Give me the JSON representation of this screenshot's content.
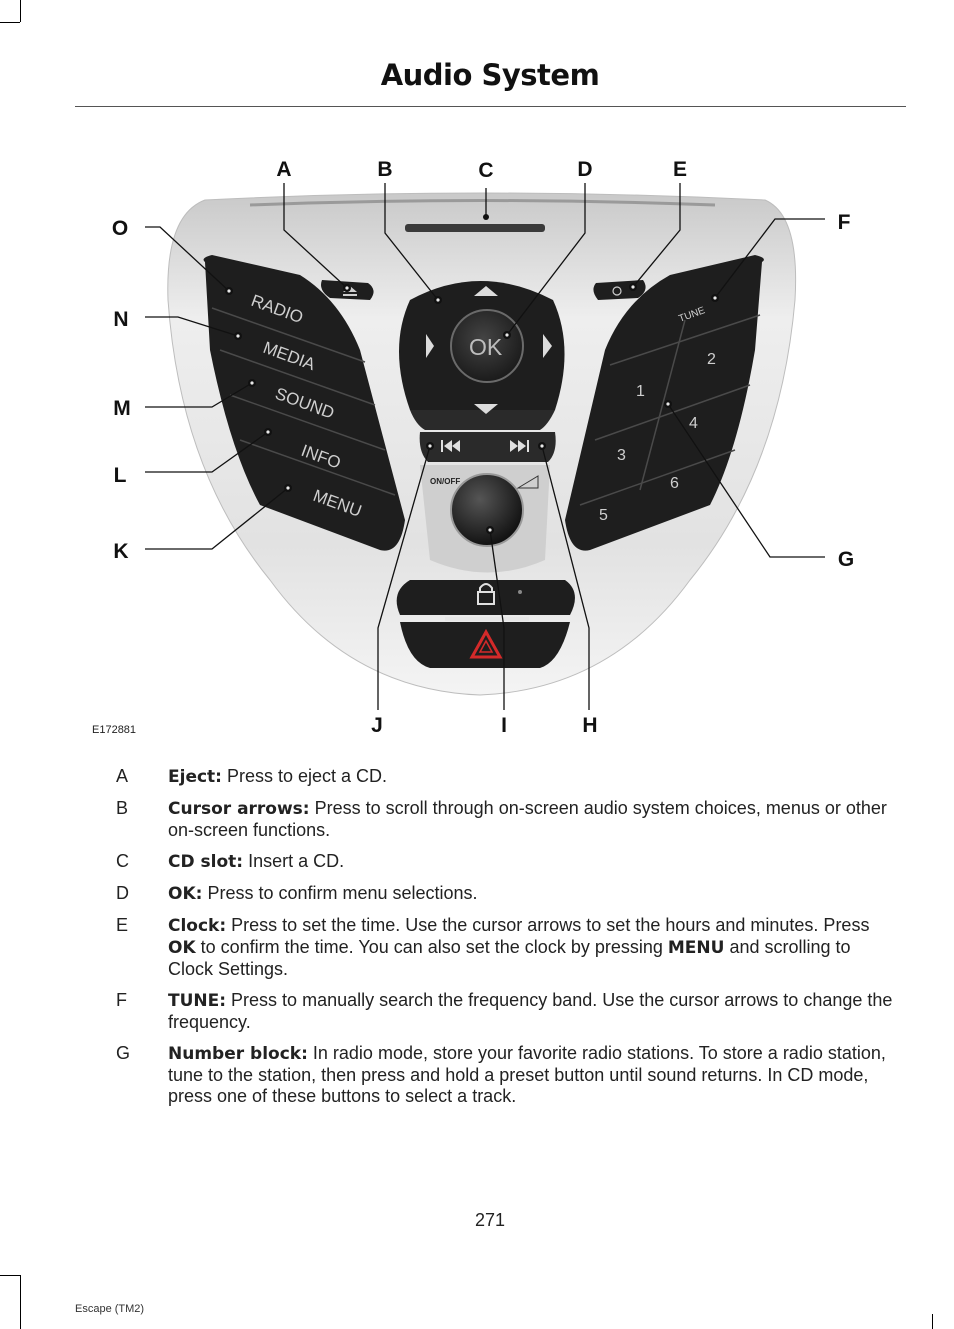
{
  "header": {
    "title": "Audio System"
  },
  "figure": {
    "id": "E172881",
    "callouts": [
      "A",
      "B",
      "C",
      "D",
      "E",
      "F",
      "G",
      "H",
      "I",
      "J",
      "K",
      "L",
      "M",
      "N",
      "O"
    ],
    "left_buttons": [
      "RADIO",
      "MEDIA",
      "SOUND",
      "INFO",
      "MENU"
    ],
    "ok_label": "OK",
    "tune_label": "TUNE",
    "onoff_label": "ON/OFF",
    "presets": [
      "1",
      "2",
      "3",
      "4",
      "5",
      "6"
    ]
  },
  "definitions": [
    {
      "key": "A",
      "term": "Eject:",
      "text": " Press to eject a CD."
    },
    {
      "key": "B",
      "term": "Cursor arrows:",
      "text": " Press to scroll through on-screen audio system choices, menus or other on-screen functions."
    },
    {
      "key": "C",
      "term": "CD slot:",
      "text": " Insert a CD."
    },
    {
      "key": "D",
      "term": "OK:",
      "text": " Press to confirm menu selections."
    },
    {
      "key": "E",
      "term": "Clock:",
      "text_1": " Press to set the time. Use the cursor arrows to set the hours and minutes. Press ",
      "bold_1": "OK",
      "text_2": " to confirm the time. You can also set the clock by pressing ",
      "bold_2": "MENU",
      "text_3": " and scrolling to Clock Settings."
    },
    {
      "key": "F",
      "term": "TUNE:",
      "text": " Press to manually search the frequency band. Use the cursor arrows to change the frequency."
    },
    {
      "key": "G",
      "term": "Number block:",
      "text": " In radio mode, store your favorite radio stations. To store a radio station, tune to the station, then press and hold a preset button until sound returns. In CD mode, press one of these buttons to select a track."
    }
  ],
  "footer": {
    "page_number": "271",
    "model": "Escape (TM2)"
  },
  "colors": {
    "panel_silver": "#dcdcdc",
    "button_black": "#1e1e1e",
    "hazard_red": "#d42a2a"
  }
}
